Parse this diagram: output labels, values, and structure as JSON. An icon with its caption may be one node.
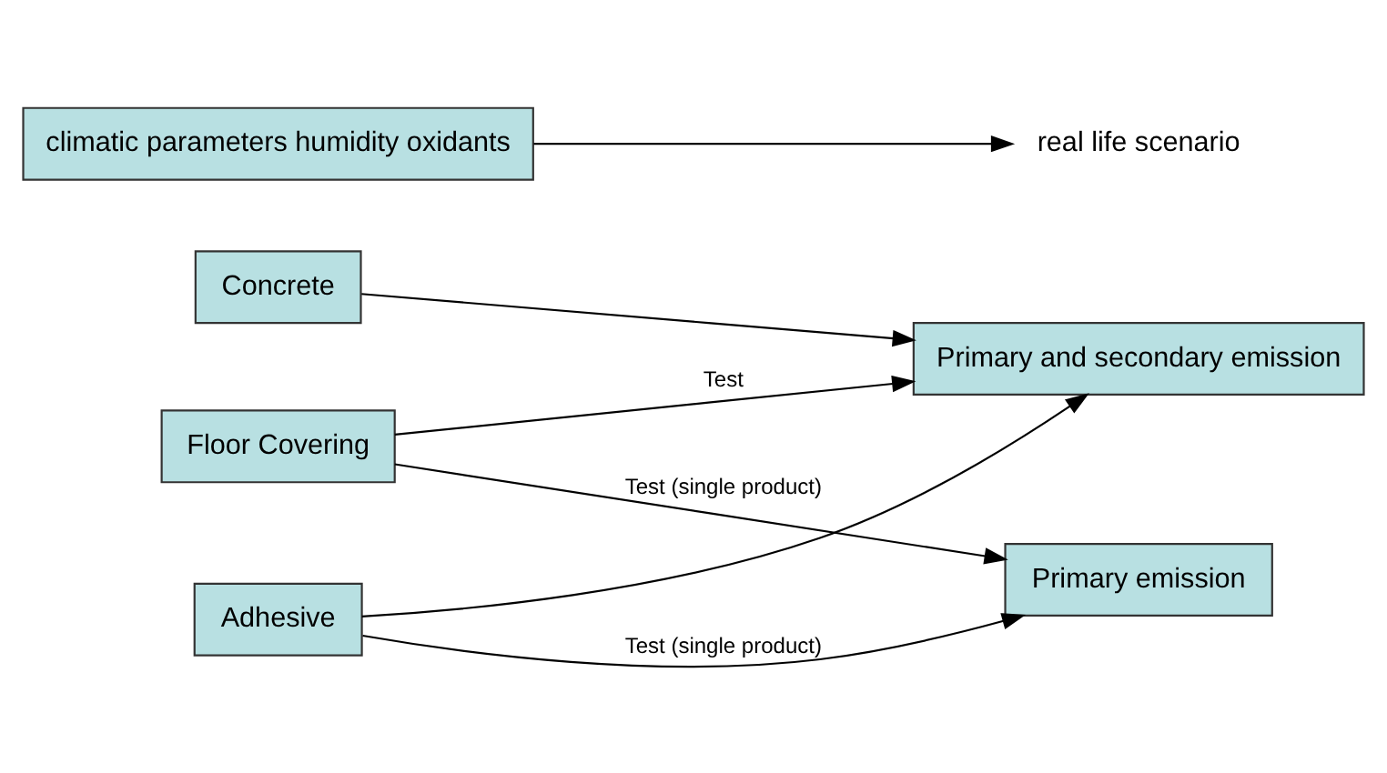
{
  "diagram": {
    "nodes": [
      {
        "text": [
          "Primary and secondary emission"
        ]
      },
      {
        "text": [
          "Floor Covering"
        ]
      },
      {
        "text": [
          "Adhesive"
        ]
      },
      {
        "text": [
          "Concrete"
        ]
      },
      {
        "text": [
          "Primary emission"
        ]
      },
      {
        "text": [
          "climatic parameters humidity oxidants"
        ]
      },
      {
        "text": [
          "real life scenario"
        ]
      }
    ],
    "edges": [
      {
        "from": 1,
        "to": 0,
        "arrow": "to",
        "label": "Test"
      },
      {
        "from": 2,
        "to": 0,
        "arrow": "to"
      },
      {
        "from": 3,
        "to": 0,
        "arrow": "to"
      },
      {
        "from": 1,
        "to": 4,
        "arrow": "to",
        "label": "Test (single product)"
      },
      {
        "from": 2,
        "to": 4,
        "arrow": "to",
        "label": "Test (single product)"
      },
      {
        "from": 5,
        "to": 6,
        "arrow": "to"
      }
    ]
  }
}
